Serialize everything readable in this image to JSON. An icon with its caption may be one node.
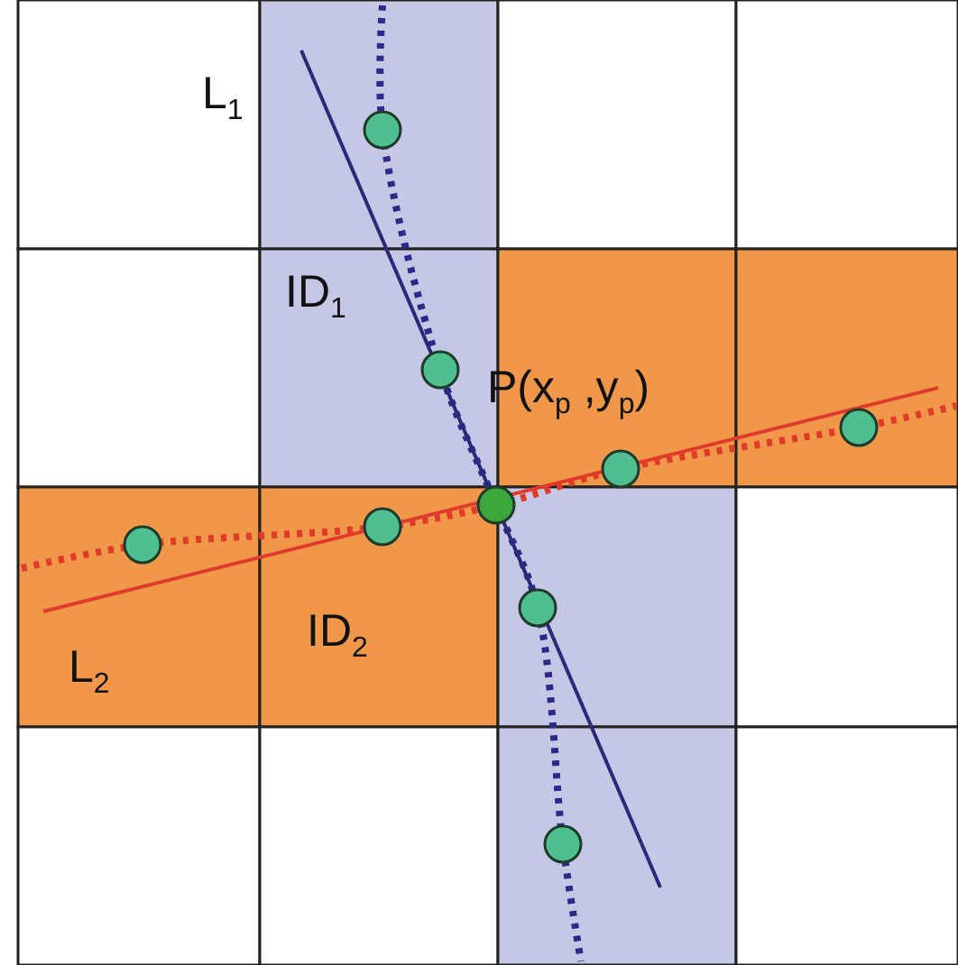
{
  "diagram": {
    "labels": [
      "L$_{1}$",
      "ID$_{1}$",
      "P(x$_{p}$ ,y$_{p}$)",
      "L$_{2}$",
      "ID$_{2}$"
    ]
  }
}
